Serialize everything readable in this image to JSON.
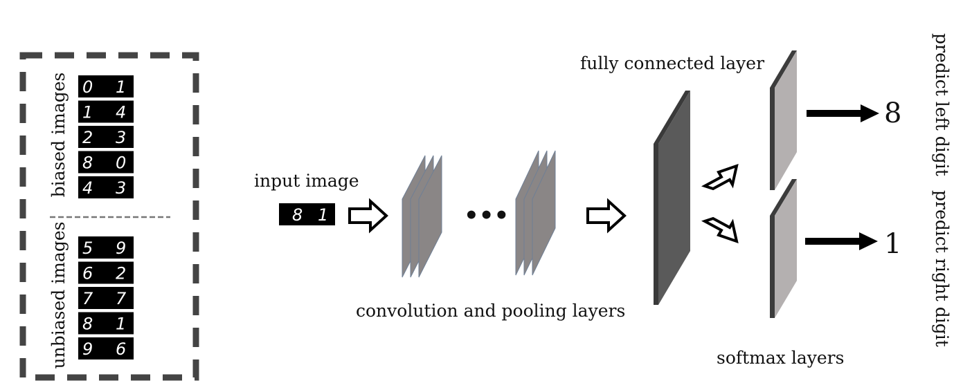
{
  "labels": {
    "biased": "biased images",
    "unbiased": "unbiased images",
    "input": "input image",
    "conv": "convolution and pooling layers",
    "fc": "fully connected layer",
    "softmax": "softmax layers",
    "predict_left": "predict left digit",
    "predict_right": "predict right digit",
    "dots": "•••"
  },
  "biased_images": [
    [
      "0",
      "1"
    ],
    [
      "1",
      "4"
    ],
    [
      "2",
      "3"
    ],
    [
      "8",
      "0"
    ],
    [
      "4",
      "3"
    ]
  ],
  "unbiased_images": [
    [
      "5",
      "9"
    ],
    [
      "6",
      "2"
    ],
    [
      "7",
      "7"
    ],
    [
      "8",
      "1"
    ],
    [
      "9",
      "6"
    ]
  ],
  "input_image": [
    "8",
    "1"
  ],
  "outputs": {
    "left": "8",
    "right": "1"
  },
  "colors": {
    "dashed_border": "#444444",
    "conv_layer": "#8a8686",
    "fc_front": "#5a5a5a",
    "fc_side": "#3a3a3a",
    "softmax_front": "#b4b0b0",
    "softmax_side": "#3c3c3c",
    "digit_tile": "#000000"
  }
}
